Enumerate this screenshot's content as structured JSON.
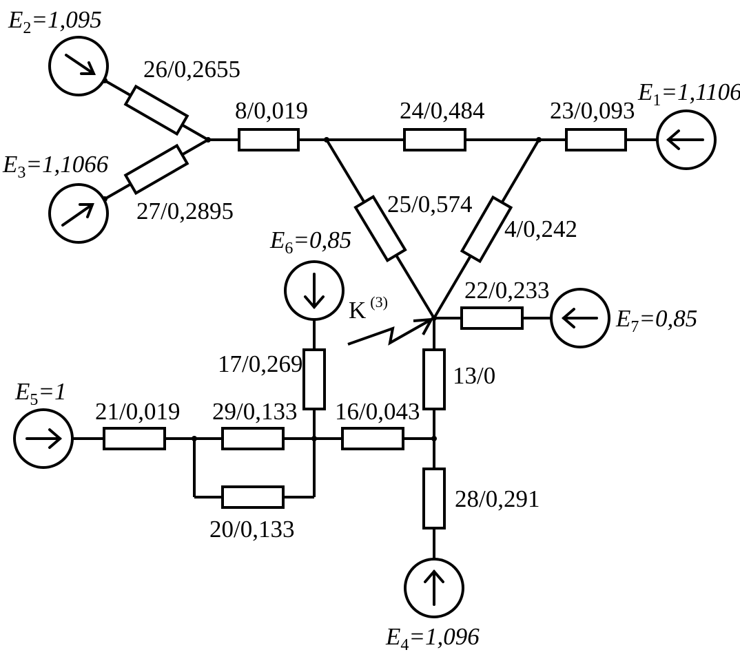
{
  "fault_label": "K",
  "fault_superscript": "(3)",
  "sources": [
    {
      "id": "E1",
      "letter": "E",
      "index": "1",
      "value": "=1,1106",
      "direction": "left"
    },
    {
      "id": "E2",
      "letter": "E",
      "index": "2",
      "value": "=1,095",
      "direction": "down-right"
    },
    {
      "id": "E3",
      "letter": "E",
      "index": "3",
      "value": "=1,1066",
      "direction": "up-right"
    },
    {
      "id": "E4",
      "letter": "E",
      "index": "4",
      "value": "=1,096",
      "direction": "up"
    },
    {
      "id": "E5",
      "letter": "E",
      "index": "5",
      "value": "=1",
      "direction": "right"
    },
    {
      "id": "E6",
      "letter": "E",
      "index": "6",
      "value": "=0,85",
      "direction": "down"
    },
    {
      "id": "E7",
      "letter": "E",
      "index": "7",
      "value": "=0,85",
      "direction": "left"
    }
  ],
  "resistors": {
    "r26": "26/0,2655",
    "r27": "27/0,2895",
    "r8": "8/0,019",
    "r24": "24/0,484",
    "r23": "23/0,093",
    "r25": "25/0,574",
    "r4": "4/0,242",
    "r22": "22/0,233",
    "r17": "17/0,269",
    "r13": "13/0",
    "r21": "21/0,019",
    "r29": "29/0,133",
    "r16": "16/0,043",
    "r20": "20/0,133",
    "r28": "28/0,291"
  }
}
